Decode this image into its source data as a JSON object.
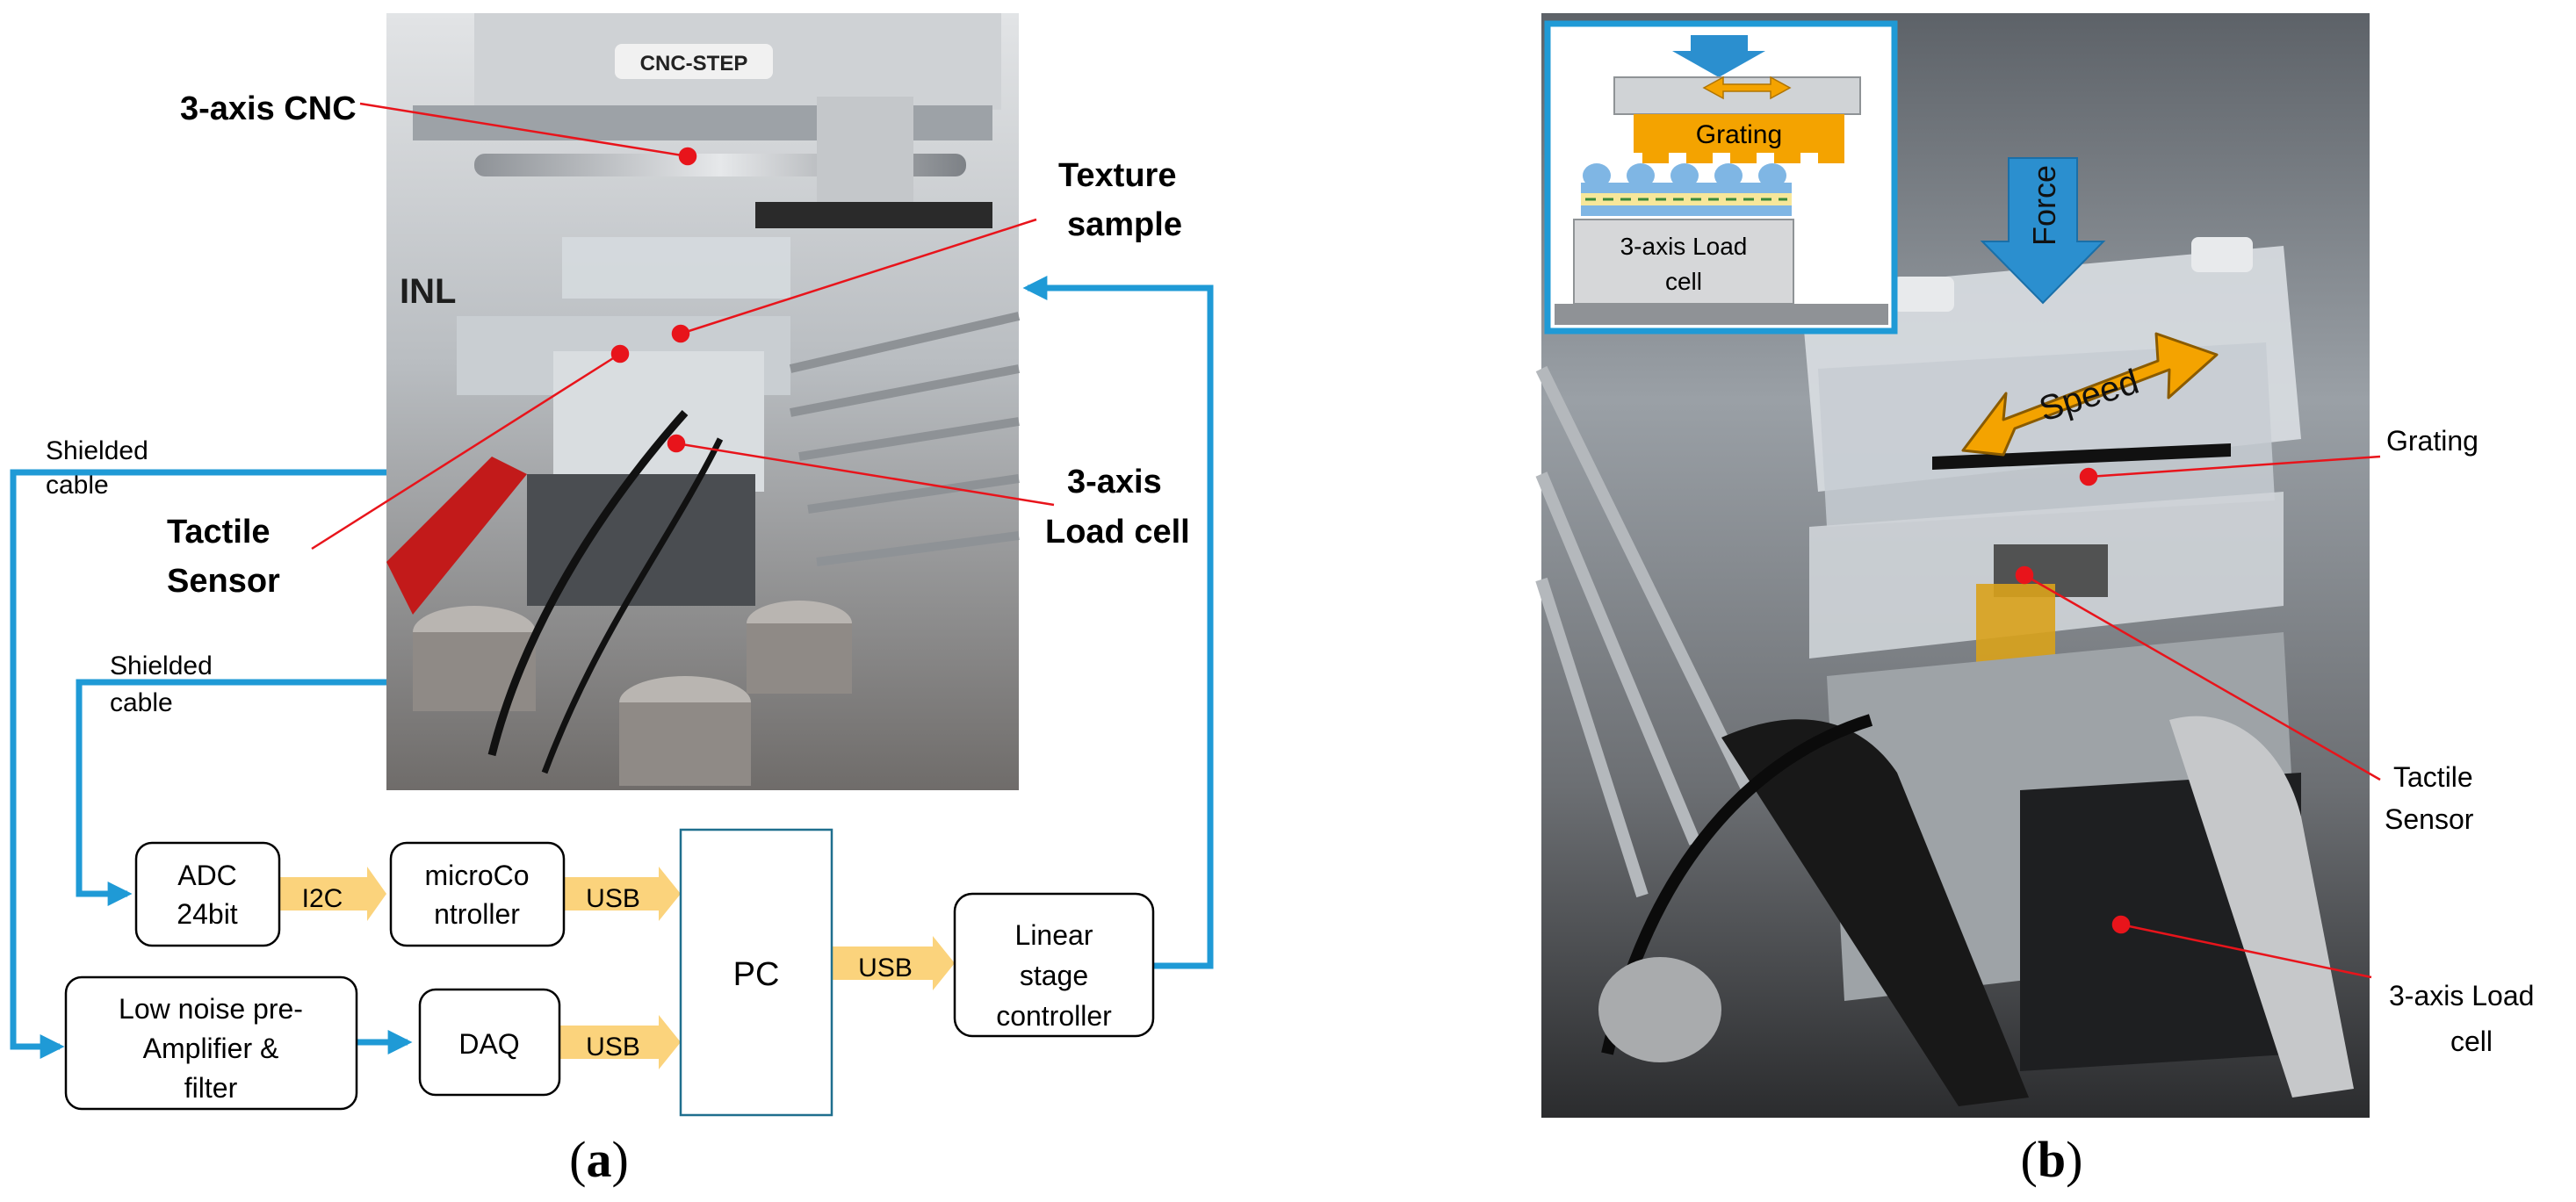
{
  "panel_a": {
    "label_open": "(",
    "label_letter": "a",
    "label_close": ")",
    "photo_overlay": {
      "cnc_step": "CNC-STEP",
      "inl": "INL"
    },
    "annotations": {
      "cnc": "3-axis CNC",
      "texture_line1": "Texture",
      "texture_line2": "sample",
      "tactile_line1": "Tactile",
      "tactile_line2": "Sensor",
      "loadcell_line1": "3-axis",
      "loadcell_line2": "Load cell",
      "shielded1_line1": "Shielded",
      "shielded1_line2": "cable",
      "shielded2_line1": "Shielded",
      "shielded2_line2": "cable"
    },
    "blocks": {
      "adc_line1": "ADC",
      "adc_line2": "24bit",
      "micro_line1": "microCo",
      "micro_line2": "ntroller",
      "pc": "PC",
      "linear_line1": "Linear",
      "linear_line2": "stage",
      "linear_line3": "controller",
      "lna_line1": "Low noise pre-",
      "lna_line2": "Amplifier &",
      "lna_line3": "filter",
      "daq": "DAQ"
    },
    "bus_labels": {
      "i2c": "I2C",
      "usb_micro_pc": "USB",
      "usb_daq_pc": "USB",
      "usb_pc_linear": "USB"
    }
  },
  "panel_b": {
    "label_open": "(",
    "label_letter": "b",
    "label_close": ")",
    "inset": {
      "grating": "Grating",
      "loadcell_line1": "3-axis Load",
      "loadcell_line2": "cell"
    },
    "overlay": {
      "force": "Force",
      "speed": "Speed"
    },
    "annotations": {
      "grating": "Grating",
      "tactile_line1": "Tactile",
      "tactile_line2": "Sensor",
      "loadcell_line1": "3-axis Load",
      "loadcell_line2": "cell"
    }
  },
  "colors": {
    "connector_blue": "#1f9ad6",
    "bus_yellow": "#fbd37c",
    "pointer_red": "#e8141b",
    "inset_orange": "#f4a300",
    "inset_border": "#1f9ad6"
  }
}
